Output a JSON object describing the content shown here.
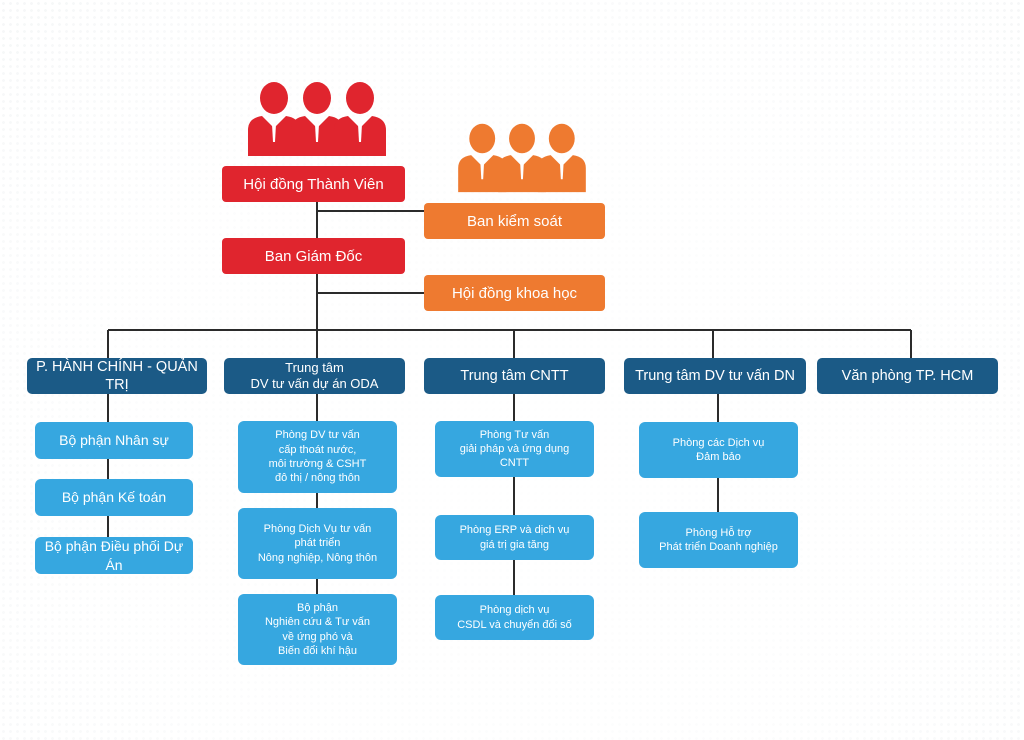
{
  "colors": {
    "board_red": "#e0252e",
    "supervisory_orange": "#ee7a30",
    "department_navy": "#1b5a86",
    "unit_blue": "#36a7e0",
    "connector": "#2b2b2b"
  },
  "icons": {
    "board_members": "people-group-icon",
    "supervisors": "people-group-icon"
  },
  "top": {
    "board": "Hội đồng Thành Viên",
    "supervisory": "Ban kiểm soát",
    "directors": "Ban Giám Đốc",
    "science_council": "Hội đồng khoa học"
  },
  "departments": [
    {
      "title": "P. HÀNH CHÍNH - QUẢN TRỊ",
      "units": [
        "Bộ phận Nhân sự",
        "Bộ phận Kế toán",
        "Bộ phận Điều phối Dự Án"
      ]
    },
    {
      "title": "Trung tâm\nDV tư vấn dự án ODA",
      "units": [
        "Phòng DV tư vấn\ncấp thoát nước,\nmôi trường & CSHT\nđô thị / nông thôn",
        "Phòng Dịch Vụ tư vấn\nphát triển\nNông nghiệp, Nông thôn",
        "Bộ phận\nNghiên cứu & Tư vấn\nvề ứng phó và\nBiến đổi khí hậu"
      ]
    },
    {
      "title": "Trung tâm CNTT",
      "units": [
        "Phòng Tư vấn\ngiải pháp và ứng dụng\nCNTT",
        "Phòng ERP và dịch vụ\ngiá trị gia tăng",
        "Phòng dịch vụ\nCSDL và chuyển đổi số"
      ]
    },
    {
      "title": "Trung tâm DV tư vấn DN",
      "units": [
        "Phòng các Dịch vụ\nĐảm bảo",
        "Phòng Hỗ trợ\nPhát triển Doanh nghiệp"
      ]
    },
    {
      "title": "Văn phòng TP. HCM",
      "units": []
    }
  ]
}
